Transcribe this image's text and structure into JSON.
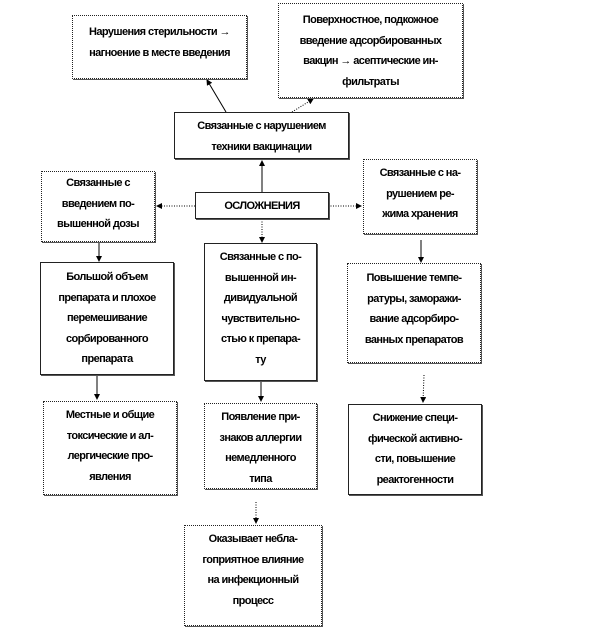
{
  "nodes": {
    "sterility": [
      "Нарушения стерильности →",
      "нагноение в месте введения"
    ],
    "surface": [
      "Поверхностное, подкожное",
      "введение адсорбированных",
      "вакцин → асептические ин-",
      "фильтраты"
    ],
    "technique": [
      "Связанные с нарушением",
      "техники вакцинации"
    ],
    "dose": [
      "Связанные с",
      "введением по-",
      "вышенной дозы"
    ],
    "center": [
      "ОСЛОЖНЕНИЯ"
    ],
    "storage": [
      "Связанные с на-",
      "рушением ре-",
      "жима хранения"
    ],
    "individual": [
      "Связанные с по-",
      "вышенной ин-",
      "дивидуальной",
      "чувствительно-",
      "стью к препара-",
      "ту"
    ],
    "volume": [
      "Большой объем",
      "препарата и плохое",
      "перемешивание",
      "сорбированного",
      "препарата"
    ],
    "temperature": [
      "Повышение темпе-",
      "ратуры, заморажи-",
      "вание адсорбиро-",
      "ванных препаратов"
    ],
    "toxic": [
      "Местные и общие",
      "токсические и ал-",
      "лергические про-",
      "явления"
    ],
    "allergy": [
      "Появление при-",
      "знаков аллергии",
      "немедленного",
      "типа"
    ],
    "reduction": [
      "Снижение специ-",
      "фической активно-",
      "сти, повышение",
      "реактогенности"
    ],
    "unfavorable": [
      "Оказывает небла-",
      "гоприятное влияние",
      "на инфекционный",
      "процесс"
    ]
  }
}
